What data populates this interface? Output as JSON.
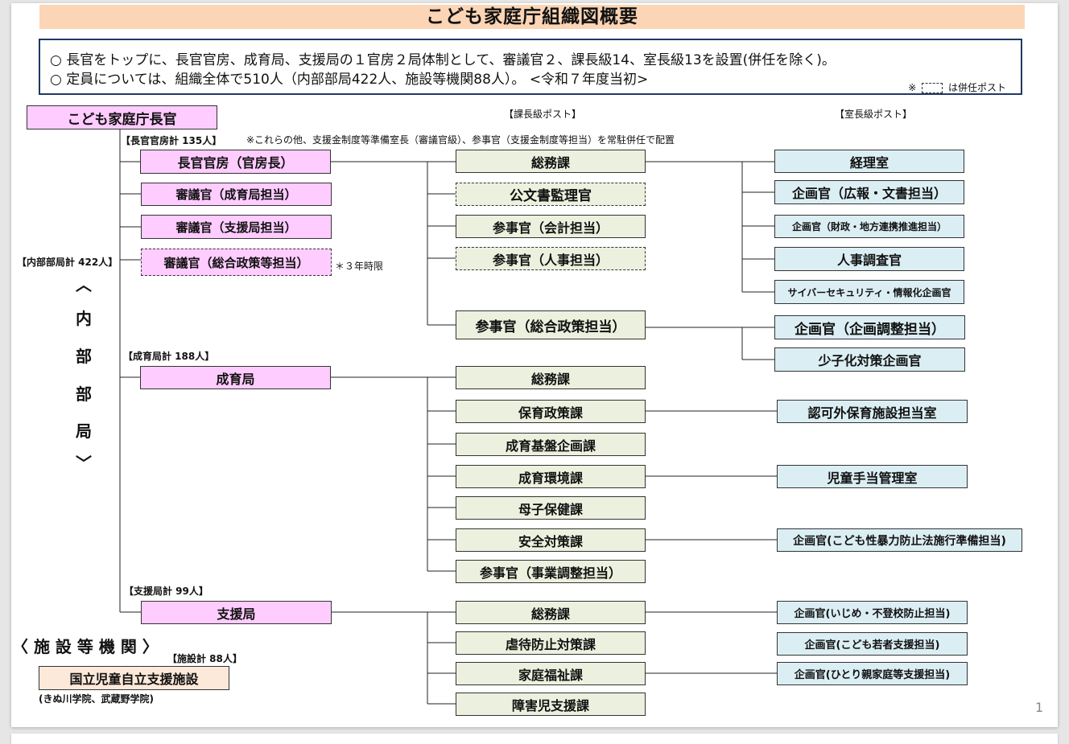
{
  "title": "こども家庭庁組織図概要",
  "summary": {
    "line1": "○ 長官をトップに、長官官房、成育局、支援局の１官房２局体制として、審議官２、課長級14、室長級13を設置(併任を除く)。",
    "line2": "○ 定員については、組織全体で510人（内部部局422人、施設等機関88人）。 <令和７年度当初>",
    "note_prefix": "※",
    "note_suffix": "は併任ポスト"
  },
  "column_headers": {
    "division": "【課長級ポスト】",
    "office": "【室長級ポスト】"
  },
  "commissioner": "こども家庭庁長官",
  "labels": {
    "secretariat_total": "【長官官房計 135人】",
    "secretariat_note": "※これらの他、支援金制度等準備室長（審議官級）、参事官（支援金制度等担当）を常駐併任で配置",
    "internal_total": "【内部部局計 422人】",
    "growth_total": "【成育局計 188人】",
    "support_total": "【支援局計 99人】",
    "facility_total": "【施設計 88人】",
    "term_note": "＊３年時限",
    "internal_vertical": [
      "︿",
      "内",
      "部",
      "部",
      "局",
      "﹀"
    ],
    "facility_heading": "〈 施 設 等 機 関 〉",
    "facility_sub": "(きぬ川学院、武蔵野学院)",
    "page_number": "1"
  },
  "left_boxes": {
    "secretariat": "長官官房（官房長）",
    "councilor_growth": "審議官（成育局担当）",
    "councilor_support": "審議官（支援局担当）",
    "councilor_policy": "審議官（総合政策等担当）",
    "growth_bureau": "成育局",
    "support_bureau": "支援局",
    "facility": "国立児童自立支援施設"
  },
  "divisions": {
    "sec_general": "総務課",
    "sec_archives": "公文書監理官",
    "sec_accounting": "参事官（会計担当）",
    "sec_personnel": "参事官（人事担当）",
    "sec_policy": "参事官（総合政策担当）",
    "gr_general": "総務課",
    "gr_childcare": "保育政策課",
    "gr_foundation": "成育基盤企画課",
    "gr_environment": "成育環境課",
    "gr_maternal": "母子保健課",
    "gr_safety": "安全対策課",
    "gr_coordination": "参事官（事業調整担当）",
    "sp_general": "総務課",
    "sp_abuse": "虐待防止対策課",
    "sp_welfare": "家庭福祉課",
    "sp_disability": "障害児支援課"
  },
  "offices": {
    "accounting_office": "経理室",
    "pr_docs": "企画官（広報・文書担当）",
    "finance_regional": "企画官（財政・地方連携推進担当）",
    "hr_investigation": "人事調査官",
    "cyber": "サイバーセキュリティ・情報化企画官",
    "planning_coord": "企画官（企画調整担当）",
    "birthrate": "少子化対策企画官",
    "unlicensed_care": "認可外保育施設担当室",
    "child_allowance": "児童手当管理室",
    "sexual_violence": "企画官(こども性暴力防止法施行準備担当)",
    "bullying": "企画官(いじめ・不登校防止担当)",
    "youth_support": "企画官(こども若者支援担当)",
    "single_parent": "企画官(ひとり親家庭等支援担当)"
  }
}
